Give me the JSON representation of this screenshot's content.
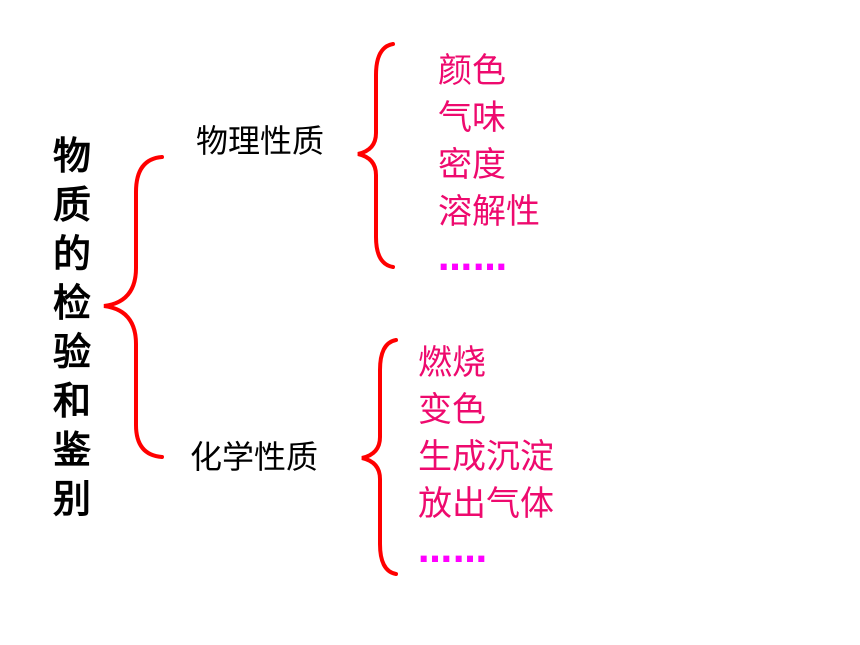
{
  "root_title": "物质的检验和鉴别",
  "branches": [
    {
      "label": "物理性质",
      "items": [
        "颜色",
        "气味",
        "密度",
        "溶解性",
        "……"
      ]
    },
    {
      "label": "化学性质",
      "items": [
        "燃烧",
        "变色",
        "生成沉淀",
        "放出气体",
        "……"
      ]
    }
  ],
  "colors": {
    "brace": "#ff0000",
    "item_text": "#ee0a6e",
    "ellipsis": "#ff00ff",
    "label_text": "#000000"
  }
}
